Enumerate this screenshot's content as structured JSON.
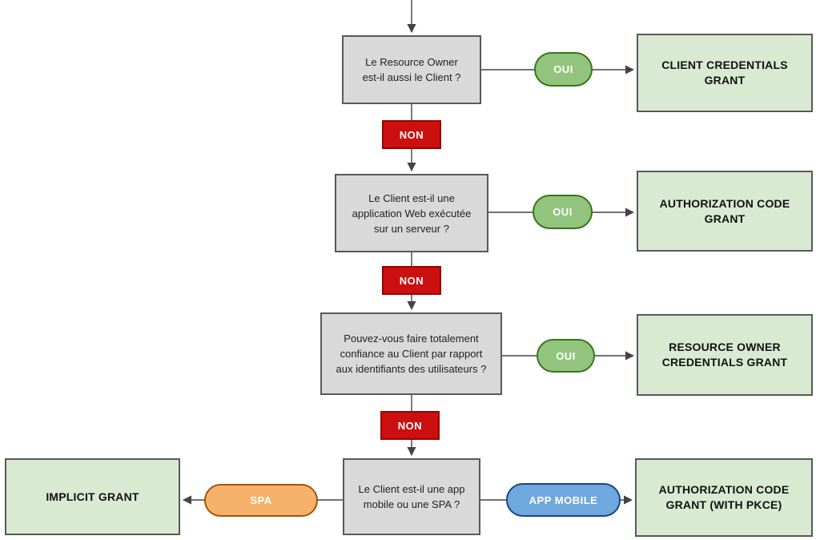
{
  "labels": {
    "oui": "OUI",
    "non": "NON",
    "spa": "SPA",
    "app_mobile": "APP MOBILE"
  },
  "questions": [
    {
      "label": "Le Resource Owner\nest-il aussi le Client ?"
    },
    {
      "label": "Le Client est-il une\napplication Web exécutée\nsur un serveur ?"
    },
    {
      "label": "Pouvez-vous faire totalement\nconfiance au Client par rapport\naux identifiants des utilisateurs ?"
    },
    {
      "label": "Le Client est-il une app\nmobile ou une SPA ?"
    }
  ],
  "results": [
    {
      "label": "CLIENT CREDENTIALS\nGRANT"
    },
    {
      "label": "AUTHORIZATION CODE\nGRANT"
    },
    {
      "label": "RESOURCE OWNER\nCREDENTIALS GRANT"
    },
    {
      "label": "AUTHORIZATION CODE\nGRANT (WITH PKCE)"
    },
    {
      "label": "IMPLICIT GRANT"
    }
  ],
  "colors": {
    "question_fill": "#d9d9d9",
    "question_border": "#595959",
    "question_text": "#212121",
    "result_fill": "#d9ead3",
    "result_border": "#595959",
    "result_text": "#111111",
    "oui_fill": "#93c47d",
    "oui_border": "#38761d",
    "non_fill": "#cc0f0f",
    "non_border": "#990000",
    "spa_fill": "#f6b26b",
    "spa_border": "#a3540a",
    "app_mobile_fill": "#6fa8dc",
    "app_mobile_border": "#1c4587",
    "pill_text": "#ffffff",
    "line": "#444444"
  }
}
